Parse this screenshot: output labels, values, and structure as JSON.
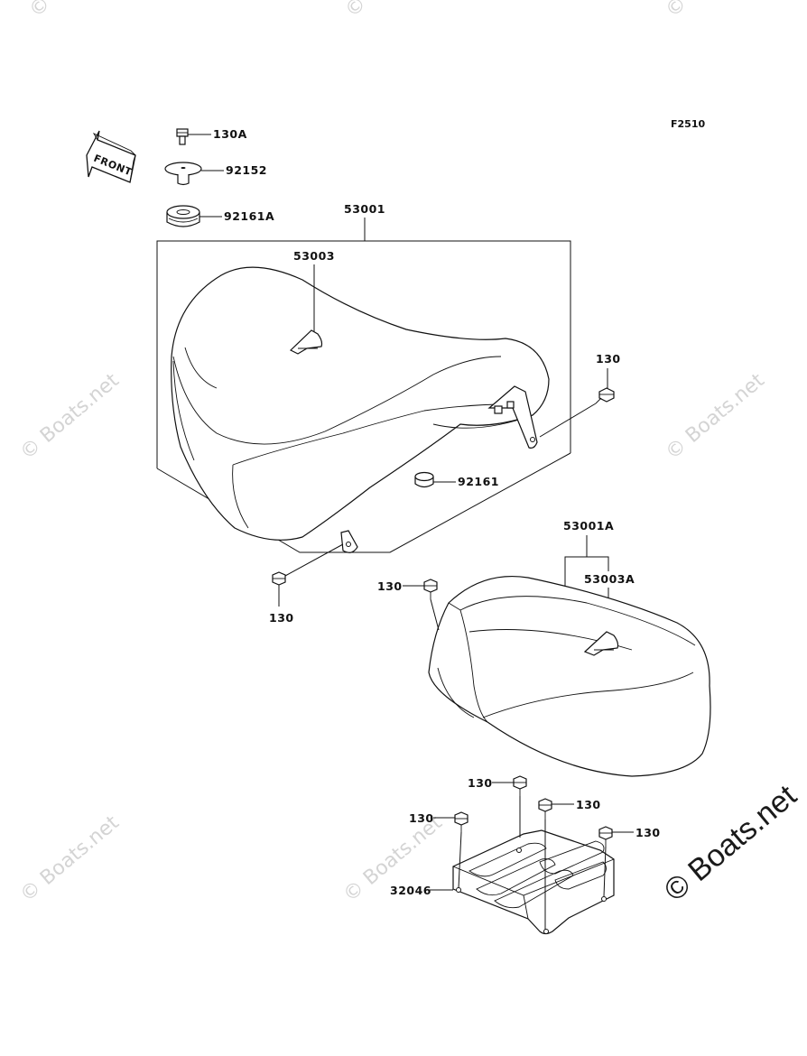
{
  "figure_code": "F2510",
  "front_label": "FRONT",
  "watermark_text": "Boats.net",
  "copyright_symbol": "©",
  "parts": {
    "bolt_130A": "130A",
    "washer_92152": "92152",
    "damper_92161A": "92161A",
    "seat_assy_53001": "53001",
    "cover_53003": "53003",
    "bolt_130_a": "130",
    "bolt_130_b": "130",
    "damper_92161": "92161",
    "rear_seat_53001A": "53001A",
    "cover_53003A": "53003A",
    "bolt_130_c": "130",
    "bolt_130_d": "130",
    "bolt_130_e": "130",
    "bolt_130_f": "130",
    "bolt_130_g": "130",
    "bracket_32046": "32046"
  }
}
